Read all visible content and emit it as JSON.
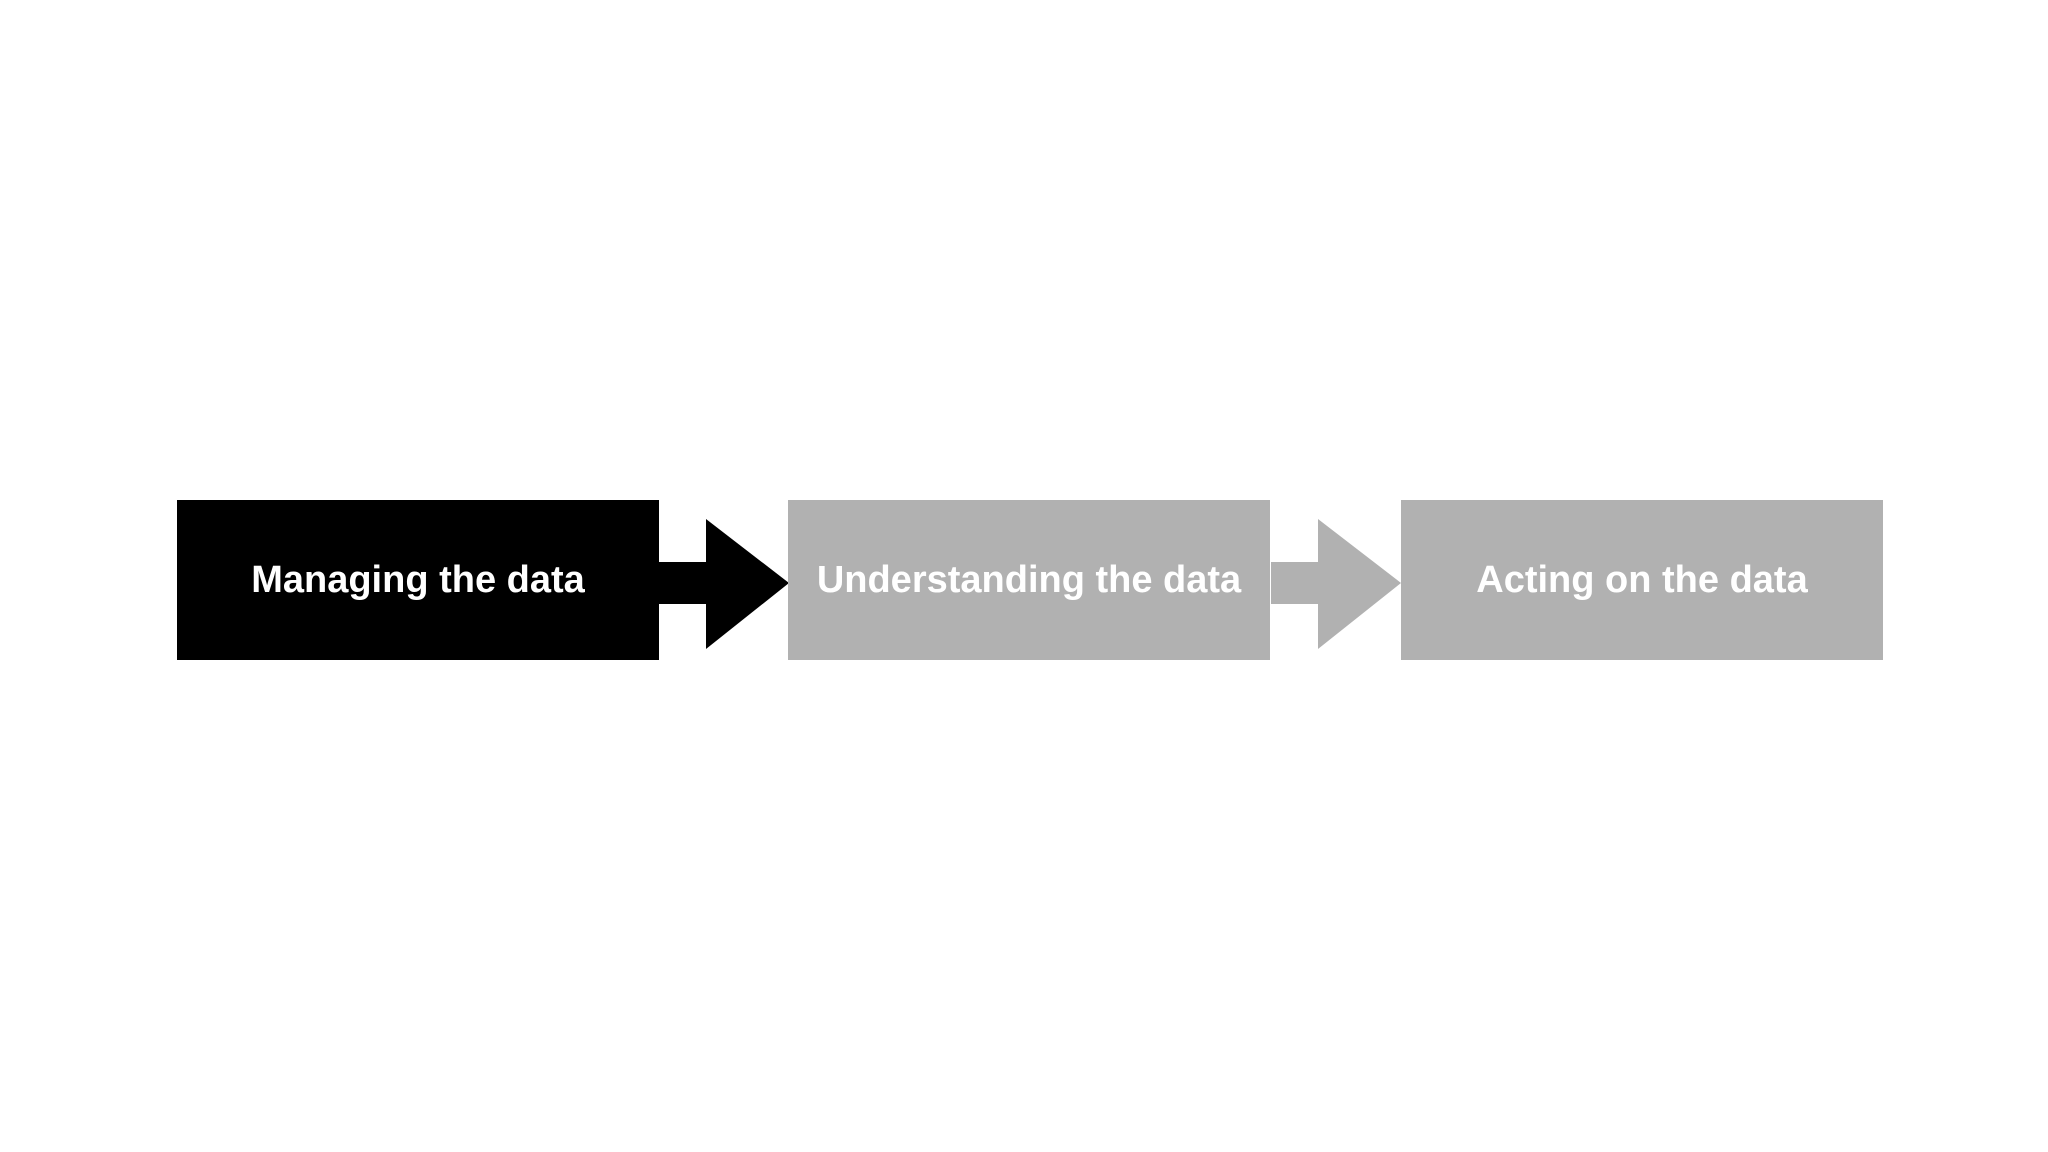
{
  "diagram": {
    "steps": [
      {
        "label": "Managing the data",
        "color": "#000000",
        "active": true
      },
      {
        "label": "Understanding the data",
        "color": "#b1b1b1",
        "active": false
      },
      {
        "label": "Acting on the data",
        "color": "#b1b1b1",
        "active": false
      }
    ],
    "arrows": [
      {
        "color": "#000000"
      },
      {
        "color": "#b1b1b1"
      }
    ],
    "background": "#ffffff"
  }
}
